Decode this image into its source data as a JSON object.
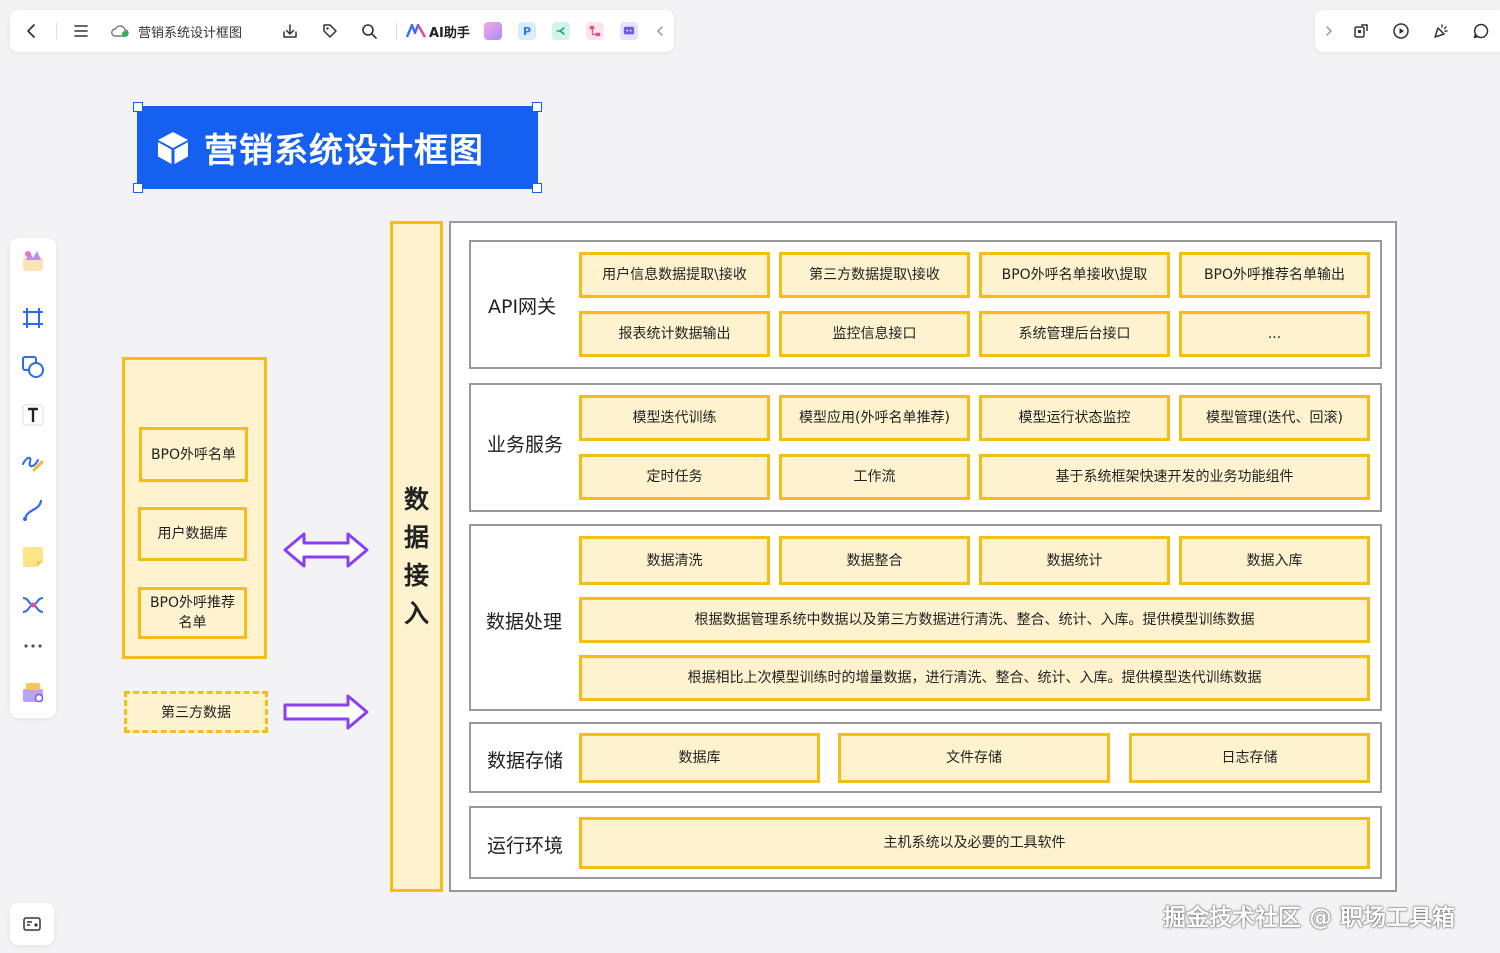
{
  "toolbar": {
    "doc_title": "营销系统设计框图",
    "ai_label": "AI助手",
    "apps": [
      {
        "name": "P",
        "color": "#2a7de1",
        "bg": "#d8ebff"
      },
      {
        "name": "",
        "color": "#16a085",
        "bg": "#d2f4ec"
      },
      {
        "name": "",
        "color": "#e74c8b",
        "bg": "#fde3ee"
      },
      {
        "name": "",
        "color": "#6c5ce7",
        "bg": "#e6e2ff"
      }
    ]
  },
  "banner": {
    "title": "营销系统设计框图"
  },
  "sources": {
    "items": [
      "BPO外呼名单",
      "用户数据库",
      "BPO外呼推荐名单"
    ],
    "third_party": "第三方数据"
  },
  "access": {
    "chars": [
      "数",
      "据",
      "接",
      "入"
    ]
  },
  "layers": {
    "api": {
      "title": "API网关",
      "items": [
        "用户信息数据提取\\接收",
        "第三方数据提取\\接收",
        "BPO外呼名单接收\\提取",
        "BPO外呼推荐名单输出",
        "报表统计数据输出",
        "监控信息接口",
        "系统管理后台接口",
        "..."
      ]
    },
    "biz": {
      "title": "业务服务",
      "items": [
        "模型迭代训练",
        "模型应用(外呼名单推荐)",
        "模型运行状态监控",
        "模型管理(迭代、回滚)",
        "定时任务",
        "工作流",
        "基于系统框架快速开发的业务功能组件"
      ]
    },
    "proc": {
      "title": "数据处理",
      "items": [
        "数据清洗",
        "数据整合",
        "数据统计",
        "数据入库",
        "根据数据管理系统中数据以及第三方数据进行清洗、整合、统计、入库。提供模型训练数据",
        "根据相比上次模型训练时的增量数据，进行清洗、整合、统计、入库。提供模型迭代训练数据"
      ]
    },
    "storage": {
      "title": "数据存储",
      "items": [
        "数据库",
        "文件存储",
        "日志存储"
      ]
    },
    "runtime": {
      "title": "运行环境",
      "items": [
        "主机系统以及必要的工具软件"
      ]
    }
  },
  "watermark": "掘金技术社区 @ 职场工具箱",
  "colors": {
    "accent": "#1560f0",
    "box_fill": "#fff3cf",
    "box_border": "#f7bd17",
    "arrow": "#8a3ff0"
  }
}
